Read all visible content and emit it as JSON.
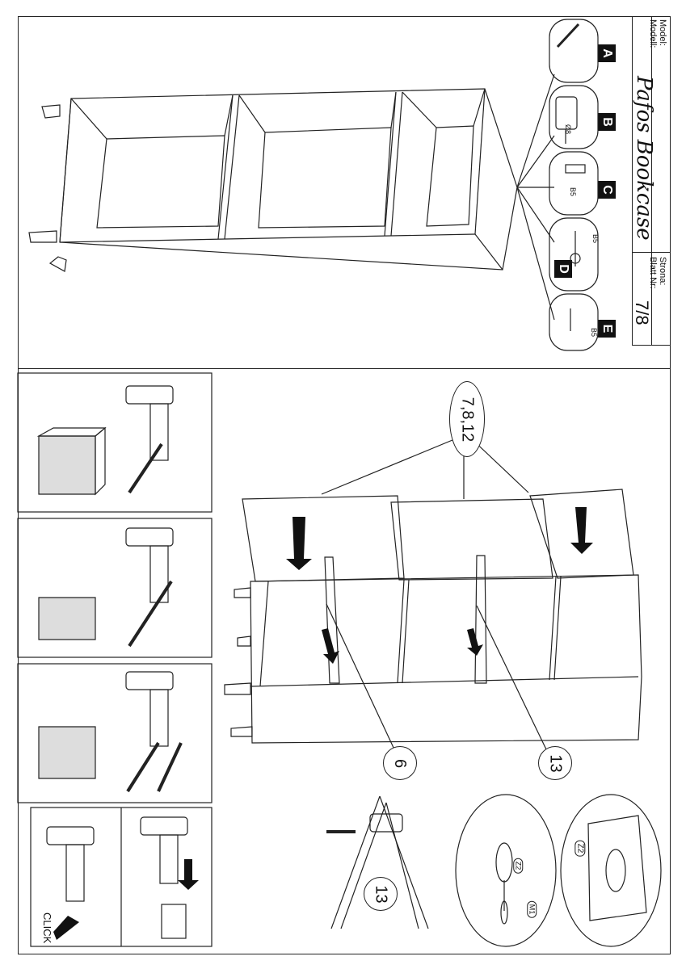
{
  "title_block": {
    "model_label": "Model:",
    "modell_label": "Modell:",
    "product_name": "Pafos Bookcase",
    "strona_label": "Strona:",
    "blatt_label": "Blatt Nr:",
    "sheet_number": "7/8"
  },
  "tools": [
    {
      "letter": "A",
      "icon": "screwdriver-tip-icon"
    },
    {
      "letter": "B",
      "icon": "drill-icon",
      "note": "Ø8"
    },
    {
      "letter": "C",
      "icon": "wall-plug-icon",
      "note": "B5"
    },
    {
      "letter": "D",
      "icon": "screw-washer-icon",
      "note": "B5"
    },
    {
      "letter": "E",
      "icon": "wall-anchor-icon",
      "note": "B5"
    }
  ],
  "callouts": {
    "doors": "7,8,12",
    "shelf_left": "6",
    "shelf_right": "13",
    "hinge_detail": "13"
  },
  "detail_labels": {
    "click": "CLICK",
    "felt_pad": "Z2",
    "foot_pad": "Z2",
    "foot": "M1"
  }
}
